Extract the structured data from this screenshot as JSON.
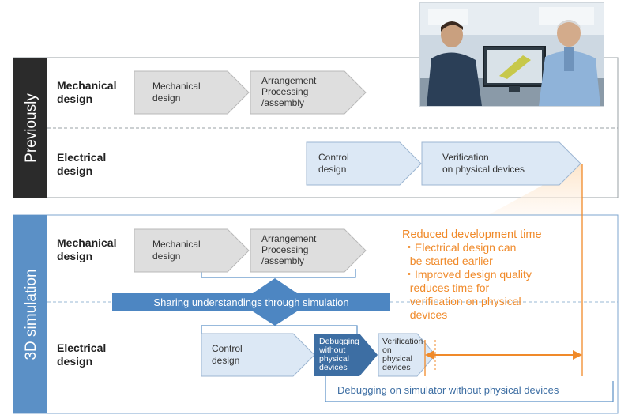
{
  "sections": {
    "previously": {
      "label": "Previously",
      "mechanical": {
        "label_lines": [
          "Mechanical",
          "design"
        ],
        "steps": [
          {
            "lines": [
              "Mechanical",
              "design"
            ]
          },
          {
            "lines": [
              "Arrangement",
              "Processing",
              "/assembly"
            ]
          }
        ]
      },
      "electrical": {
        "label_lines": [
          "Electrical",
          "design"
        ],
        "steps": [
          {
            "lines": [
              "Control",
              "design"
            ]
          },
          {
            "lines": [
              "Verification",
              "on physical devices"
            ]
          }
        ]
      }
    },
    "simulation": {
      "label": "3D simulation",
      "mechanical": {
        "label_lines": [
          "Mechanical",
          "design"
        ],
        "steps": [
          {
            "lines": [
              "Mechanical",
              "design"
            ]
          },
          {
            "lines": [
              "Arrangement",
              "Processing",
              "/assembly"
            ]
          }
        ]
      },
      "sharing_banner": "Sharing understandings through simulation",
      "electrical": {
        "label_lines": [
          "Electrical",
          "design"
        ],
        "steps": [
          {
            "lines": [
              "Control",
              "design"
            ]
          },
          {
            "lines": [
              "Debugging",
              "without",
              "physical",
              "devices"
            ]
          },
          {
            "lines": [
              "Verification",
              "on",
              "physical",
              "devices"
            ]
          }
        ]
      },
      "simulator_note": "Debugging on simulator without physical devices"
    }
  },
  "benefits": {
    "title": "Reduced development time",
    "lines": [
      "・Electrical design can",
      "  be started earlier",
      "・Improved design quality",
      "  reduces time for",
      "  verification on physical",
      "  devices"
    ]
  },
  "colors": {
    "dark_band": "#2b2b2b",
    "blue_band": "#5b90c6",
    "gray_step": "#dedede",
    "blue_step": "#dce8f5",
    "dark_step": "#3d6ea3",
    "banner": "#4d86c2",
    "accent": "#f08a2a",
    "frame": "#9aa0a6"
  },
  "photo_icon": "engineers-photo"
}
